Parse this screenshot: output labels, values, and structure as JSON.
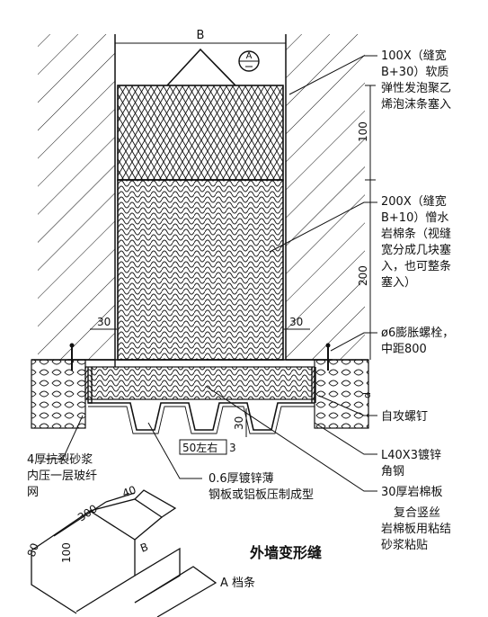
{
  "dimensions": {
    "top_width": "B",
    "upper_height": "100",
    "lower_height": "200",
    "left_offset": "30",
    "right_offset": "30",
    "channel_depth": "30",
    "channel_spacing": "50左右",
    "channel_thickness": "3",
    "small_d": "d"
  },
  "section_mark": {
    "letter": "A"
  },
  "labels": {
    "upper_filler": [
      "100X（缝宽",
      "B+30）软质",
      "弹性发泡聚乙",
      "烯泡沫条塞入"
    ],
    "lower_filler": [
      "200X（缝宽",
      "B+10）憎水",
      "岩棉条（视缝",
      "宽分成几块塞",
      "入，也可整条",
      "塞入）"
    ],
    "bolt": [
      "ø6膨胀螺栓，",
      "中距800"
    ],
    "screw": [
      "自攻螺钉"
    ],
    "angle": [
      "L40X3镀锌",
      "角钢"
    ],
    "rock_board": [
      "30厚岩棉板"
    ],
    "composite": [
      "复合竖丝",
      "岩棉板用粘结",
      "砂浆粘贴"
    ],
    "mortar": [
      "4厚抗裂砂浆",
      "内压一层玻纤",
      "网"
    ],
    "sheet": [
      "0.6厚镀锌薄",
      "钢板或铝板压制成型"
    ]
  },
  "iso_dims": {
    "top": "40",
    "length": "300",
    "height1": "80",
    "height2": "100",
    "width": "B"
  },
  "title": "外墙变形缝",
  "subtitle": "A 档条"
}
